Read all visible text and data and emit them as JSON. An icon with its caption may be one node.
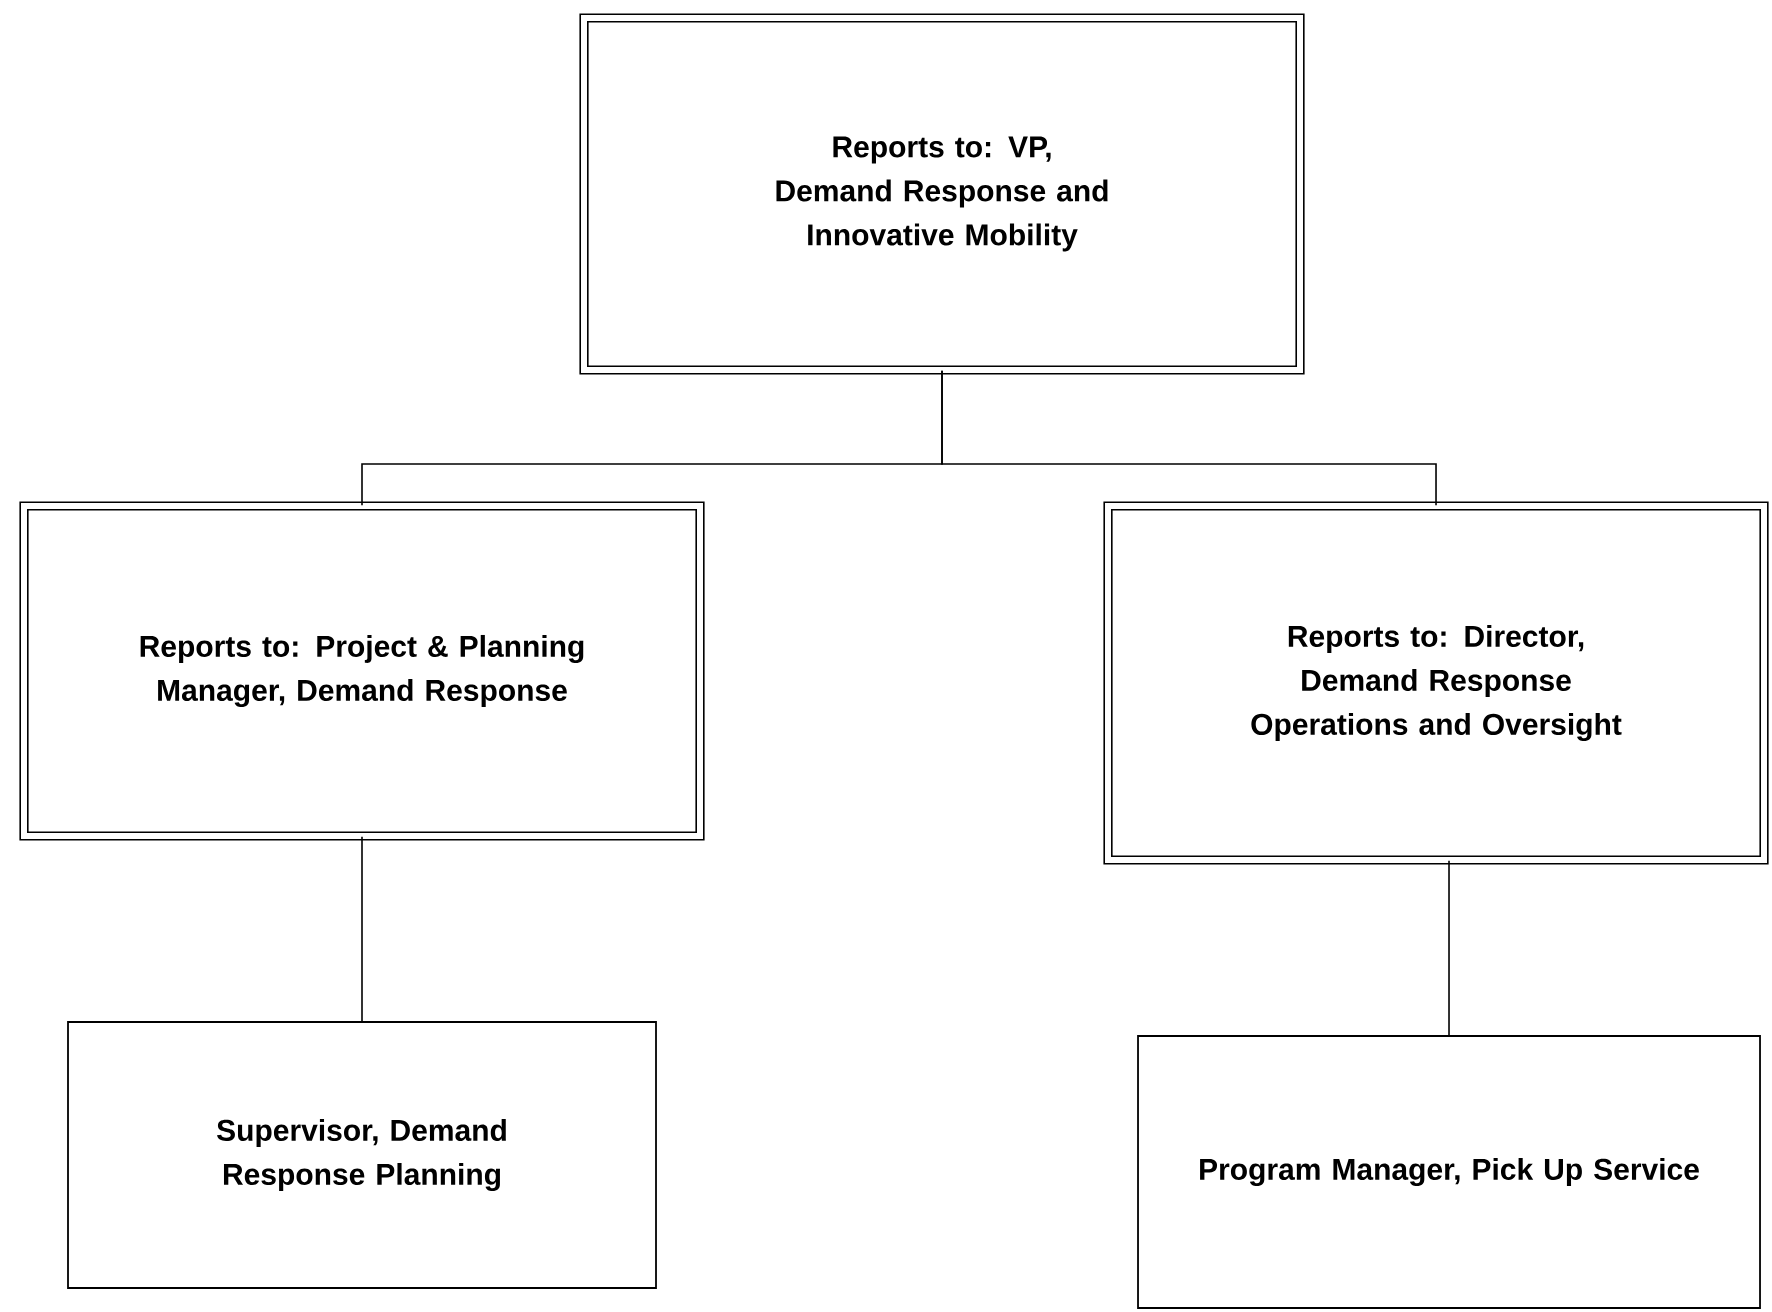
{
  "diagram": {
    "nodes": [
      {
        "text": [
          "Reports to: VP, Demand Response and Innovative Mobility"
        ]
      },
      {
        "text": [
          "Reports to: Project & Planning Manager, Demand Response"
        ]
      },
      {
        "text": [
          "Reports to: Director, Demand Response Operations and Oversight"
        ]
      },
      {
        "text": [
          "Supervisor, Demand Response Planning"
        ]
      },
      {
        "text": [
          "Program Manager, Pick Up Service"
        ]
      }
    ],
    "edges": [
      {
        "from": 0,
        "to": 1,
        "arrow": "none"
      },
      {
        "from": 0,
        "to": 2,
        "arrow": "none"
      },
      {
        "from": 1,
        "to": 3,
        "arrow": "none"
      },
      {
        "from": 2,
        "to": 4,
        "arrow": "none"
      }
    ]
  }
}
